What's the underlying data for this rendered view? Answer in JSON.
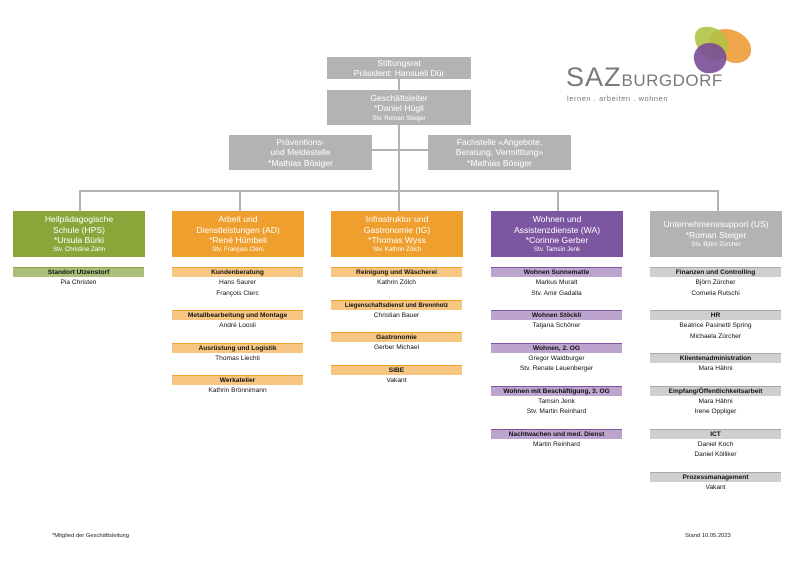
{
  "colors": {
    "gray": "#b3b3b3",
    "hps": "#8aa63a",
    "orange": "#ef9f2d",
    "wa": "#7c56a0",
    "us": "#a8a8a8",
    "logo_green": "#b1c341",
    "logo_orange": "#ef9d3b",
    "logo_purple": "#7a4d98"
  },
  "logo": {
    "saz": "SAZ",
    "burgdorf": "BURGDORF",
    "tagline": "lernen . arbeiten . wohnen"
  },
  "top": {
    "stiftungsrat": {
      "title": "Stiftungsrat",
      "sub": "Präsident: Hansueli Dür"
    },
    "gl": {
      "title": "Geschäftsleiter",
      "name": "*Daniel Hügli",
      "deputy": "Stv. Roman Steiger"
    },
    "praevention": {
      "line1": "Präventions-",
      "line2": "und Meldestelle",
      "name": "*Mathias Bösiger"
    },
    "fachstelle": {
      "line1": "Fachstelle «Angebote,",
      "line2": "Beratung, Vermittlung»",
      "name": "*Mathias Bösiger"
    }
  },
  "divisions": [
    {
      "line1": "Heilpädagogische",
      "line2": "Schule (HPS)",
      "head": "*Ursula Bürki",
      "deputy": "Stv. Christine Zahn",
      "groups": [
        {
          "title": "Standort Utzenstorf",
          "members": [
            "Pia Christen"
          ]
        }
      ]
    },
    {
      "line1": "Arbeit und",
      "line2": "Dienstleistungen (AD)",
      "head": "*René Hümbeli",
      "deputy": "Stv. François Clerc",
      "groups": [
        {
          "title": "Kundenberatung",
          "members": [
            "Hans Saurer",
            "François Clerc"
          ]
        },
        {
          "title": "Metallbearbeitung und Montage",
          "members": [
            "André Loosli"
          ]
        },
        {
          "title": "Ausrüstung und Logistik",
          "members": [
            "Thomas Liechti"
          ]
        },
        {
          "title": "Werkatelier",
          "members": [
            "Kathrin Brönnimann"
          ]
        }
      ]
    },
    {
      "line1": "Infrastruktur und",
      "line2": "Gastronomie (IG)",
      "head": "*Thomas Wyss",
      "deputy": "Stv. Kathrin Zölch",
      "groups": [
        {
          "title": "Reinigung und Wäscherei",
          "members": [
            "Kathrin Zölch"
          ]
        },
        {
          "title": "Liegenschaftsdienst und Brennholz",
          "members": [
            "Christian Bauer"
          ]
        },
        {
          "title": "Gastronomie",
          "members": [
            "Gerber Michael"
          ]
        },
        {
          "title": "SIBE",
          "members": [
            "Vakant"
          ]
        }
      ]
    },
    {
      "line1": "Wohnen und",
      "line2": "Assistenzdienste (WA)",
      "head": "*Corinne Gerber",
      "deputy": "Stv. Tamsin Jenk",
      "groups": [
        {
          "title": "Wohnen Sunnematte",
          "members": [
            "Markus Muralt",
            "Stv. Amir Gadalla"
          ]
        },
        {
          "title": "Wohnen Stöckli",
          "members": [
            "Tatjana Schöner"
          ]
        },
        {
          "title": "Wohnen, 2. OG",
          "members": [
            "Gregor Waldburger",
            "Stv. Renate Leuenberger"
          ]
        },
        {
          "title": "Wohnen mit Beschäftigung, 3. OG",
          "members": [
            "Tamsin Jenk",
            "Stv. Martin Reinhard"
          ]
        },
        {
          "title": "Nachtwachen und med. Dienst",
          "members": [
            "Martin Reinhard"
          ]
        }
      ]
    },
    {
      "line1": "Unternehmenssupport (US)",
      "line2": "",
      "head": "*Roman Steiger",
      "deputy": "Stv. Björn Zürcher",
      "groups": [
        {
          "title": "Finanzen und Controlling",
          "members": [
            "Björn Zürcher",
            "Cornelia Rutschi"
          ]
        },
        {
          "title": "HR",
          "members": [
            "Beatrice Pasinetti Spring",
            "Michaela Zürcher"
          ]
        },
        {
          "title": "Klientenadministration",
          "members": [
            "Mara Hähni"
          ]
        },
        {
          "title": "Empfang/Öffentlichkeitsarbeit",
          "members": [
            "Mara Hähni",
            "Irene Oppliger"
          ]
        },
        {
          "title": "ICT",
          "members": [
            "Daniel Koch",
            "Daniel Kölliker"
          ]
        },
        {
          "title": "Prozessmanagement",
          "members": [
            "Vakant"
          ]
        }
      ]
    }
  ],
  "footer": {
    "note": "*Mitglied der Geschäftsleitung",
    "stand": "Stand 10.05.2023"
  }
}
